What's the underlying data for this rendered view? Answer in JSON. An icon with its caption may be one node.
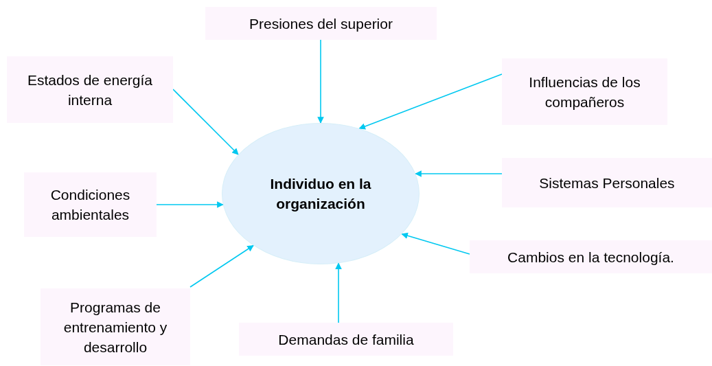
{
  "diagram": {
    "nodes": [
      {
        "text": [
          "Individuo en la organización"
        ]
      },
      {
        "text": [
          "Presiones del superior"
        ]
      },
      {
        "text": [
          "Estados de energía interna"
        ]
      },
      {
        "text": [
          "Influencias de los compañeros"
        ]
      },
      {
        "text": [
          "Condiciones ambientales"
        ]
      },
      {
        "text": [
          "Sistemas Personales"
        ]
      },
      {
        "text": [
          "Cambios en la tecnología."
        ]
      },
      {
        "text": [
          "Programas de entrenamiento y desarrollo"
        ]
      },
      {
        "text": [
          "Demandas de familia"
        ]
      }
    ],
    "edges": [
      {
        "from": 1,
        "to": 0,
        "arrow": "to"
      },
      {
        "from": 2,
        "to": 0,
        "arrow": "to"
      },
      {
        "from": 3,
        "to": 0,
        "arrow": "to"
      },
      {
        "from": 4,
        "to": 0,
        "arrow": "to"
      },
      {
        "from": 5,
        "to": 0,
        "arrow": "to"
      },
      {
        "from": 6,
        "to": 0,
        "arrow": "to"
      },
      {
        "from": 7,
        "to": 0,
        "arrow": "to"
      },
      {
        "from": 8,
        "to": 0,
        "arrow": "to"
      }
    ]
  }
}
